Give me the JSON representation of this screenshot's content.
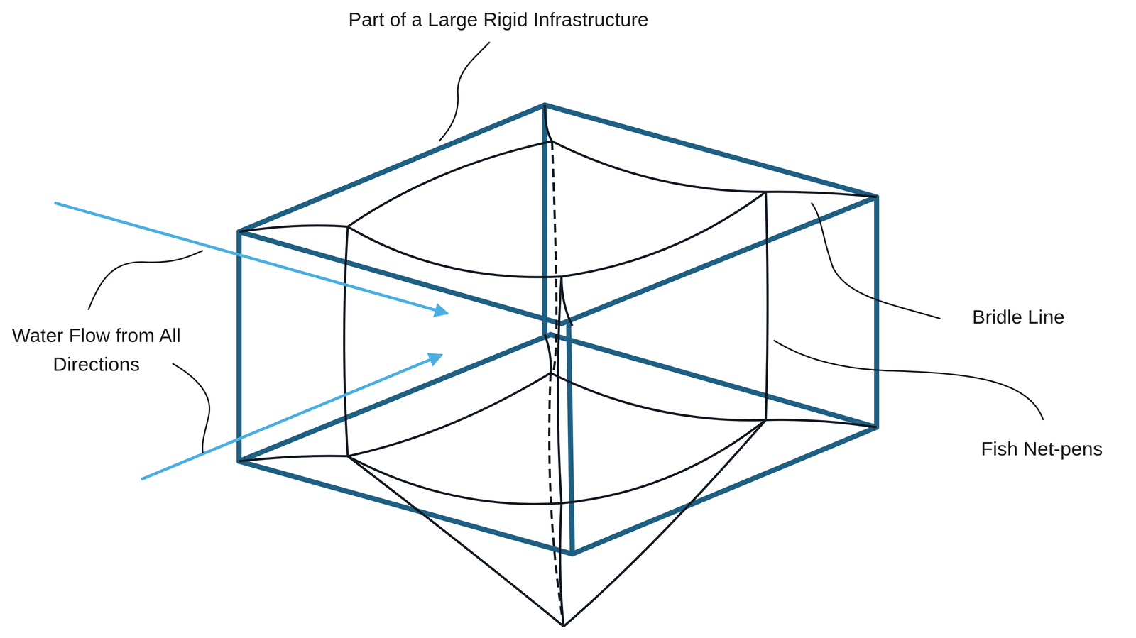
{
  "diagram": {
    "labels": [
      "Part of a Large Rigid Infrastructure",
      "Water Flow from All Directions",
      "Bridle Line",
      "Fish Net-pens"
    ]
  }
}
